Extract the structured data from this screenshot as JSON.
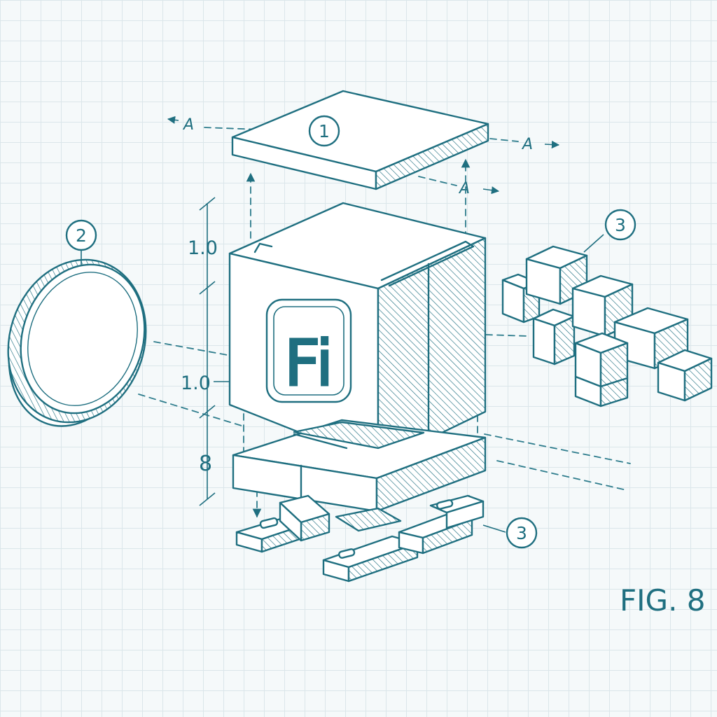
{
  "colors": {
    "ink": "#1f6f80",
    "grid": "#dbe6ea",
    "paper": "#f5f9fa"
  },
  "diagram": {
    "figure_label": "FIG. 8",
    "section_markers": [
      "A",
      "A",
      "A"
    ],
    "callouts": {
      "lid": "1",
      "coin": "2",
      "cubes": "3",
      "base": "3"
    },
    "dimensions": {
      "top": "1.0",
      "middle": "1.0",
      "bottom": "8"
    },
    "logo_text": "Fi"
  }
}
